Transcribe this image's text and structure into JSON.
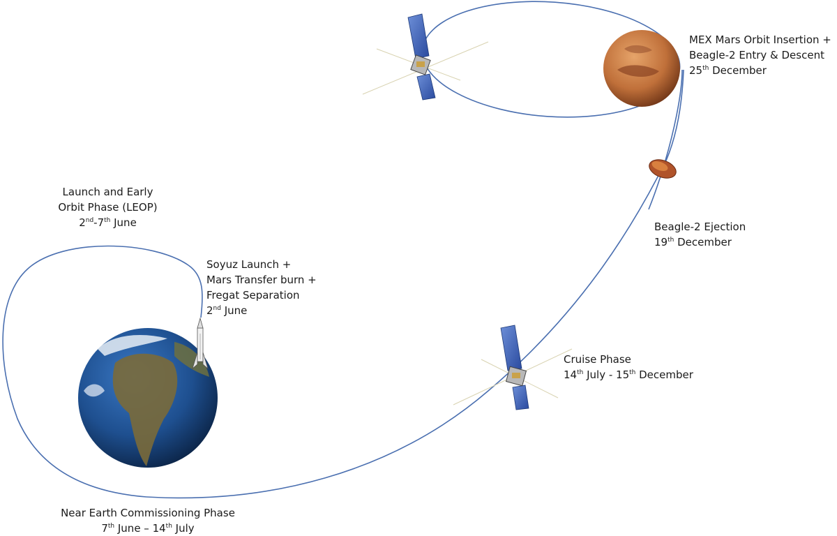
{
  "labels": {
    "leop": {
      "l1": "Launch and Early",
      "l2": "Orbit Phase (LEOP)",
      "d1n": "2",
      "d1s": "nd",
      "d1m": "-7",
      "d2s": "th",
      "d2t": " June"
    },
    "launch": {
      "l1": "Soyuz Launch +",
      "l2": "Mars Transfer burn +",
      "l3": "Fregat Separation",
      "dn": "2",
      "ds": "nd",
      "dt": " June"
    },
    "mex": {
      "l1": "MEX Mars Orbit Insertion +",
      "l2": "Beagle-2 Entry & Descent",
      "dn": "25",
      "ds": "th",
      "dt": " December"
    },
    "ejection": {
      "l1": "Beagle-2 Ejection",
      "dn": "19",
      "ds": "th",
      "dt": " December"
    },
    "cruise": {
      "l1": "Cruise Phase",
      "an": "14",
      "as": "th",
      "am": " July - 15",
      "bs": "th",
      "bt": " December"
    },
    "commissioning": {
      "l1": "Near Earth Commissioning Phase",
      "an": "7",
      "as": "th",
      "am": " June – 14",
      "bs": "th",
      "bt": " July"
    }
  },
  "colors": {
    "trajectory": "#4a6fb0",
    "earth_ocean": "#1f4f8f",
    "earth_land": "#7a6a3a",
    "mars": "#c0703a",
    "panel": "#3b5fb8"
  },
  "icons": [
    "earth-icon",
    "mars-icon",
    "rocket-icon",
    "spacecraft-icon",
    "beagle2-capsule-icon"
  ]
}
